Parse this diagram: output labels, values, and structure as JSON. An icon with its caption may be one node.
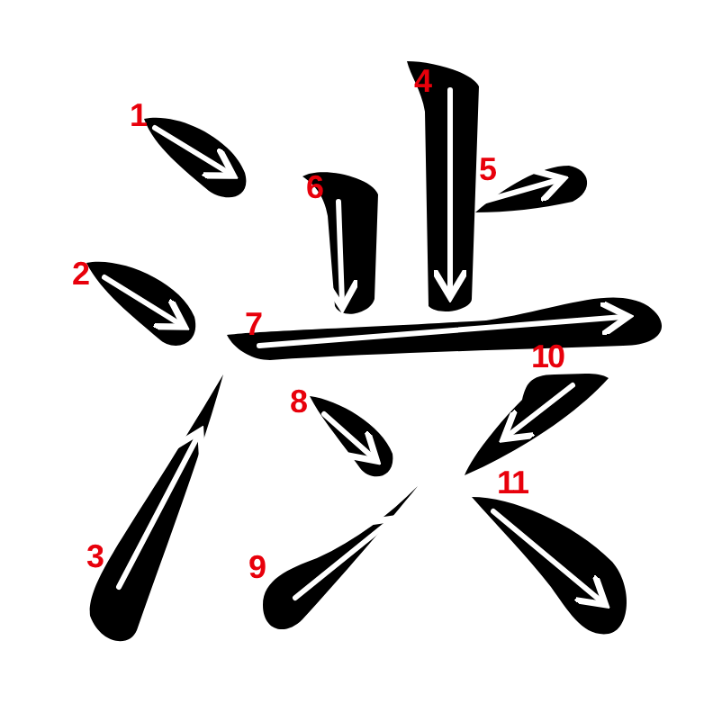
{
  "diagram": {
    "labels": [
      "1",
      "2",
      "3",
      "4",
      "5",
      "6",
      "7",
      "8",
      "9",
      "10",
      "11"
    ]
  }
}
